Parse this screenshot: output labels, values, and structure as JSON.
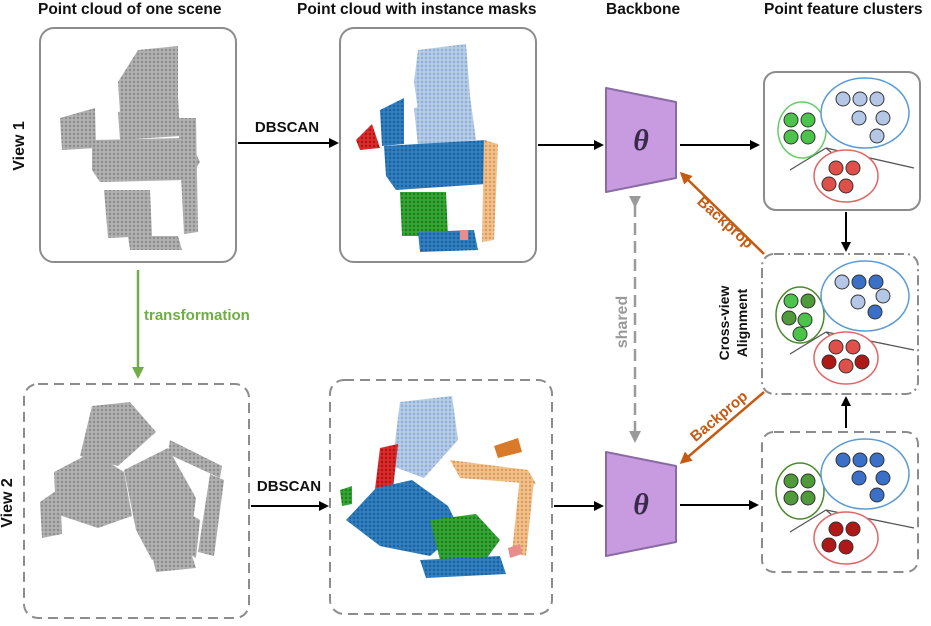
{
  "headers": {
    "col1": "Point cloud of one scene",
    "col2": "Point cloud with instance masks",
    "col3": "Backbone",
    "col4": "Point feature clusters"
  },
  "views": {
    "view1": "View 1",
    "view2": "View 2"
  },
  "arrows": {
    "dbscan_top": "DBSCAN",
    "dbscan_bottom": "DBSCAN",
    "transformation": "transformation",
    "shared": "shared",
    "backprop_top": "Backprop",
    "backprop_bottom": "Backprop"
  },
  "backbone_symbol": "θ",
  "alignment": {
    "line1": "Cross-view",
    "line2": "Alignment"
  },
  "colors": {
    "green_arrow": "#70ad47",
    "orange_arrow": "#c55a11",
    "backbone_fill": "#c89be0",
    "gray_text": "#9a9a9a",
    "point_gray": "#a6a6a6",
    "mask_lightblue": "#a9c3e0",
    "mask_blue": "#2e75b6",
    "mask_green": "#2e9e2e",
    "mask_red": "#d62020",
    "mask_orange": "#f0b878"
  }
}
